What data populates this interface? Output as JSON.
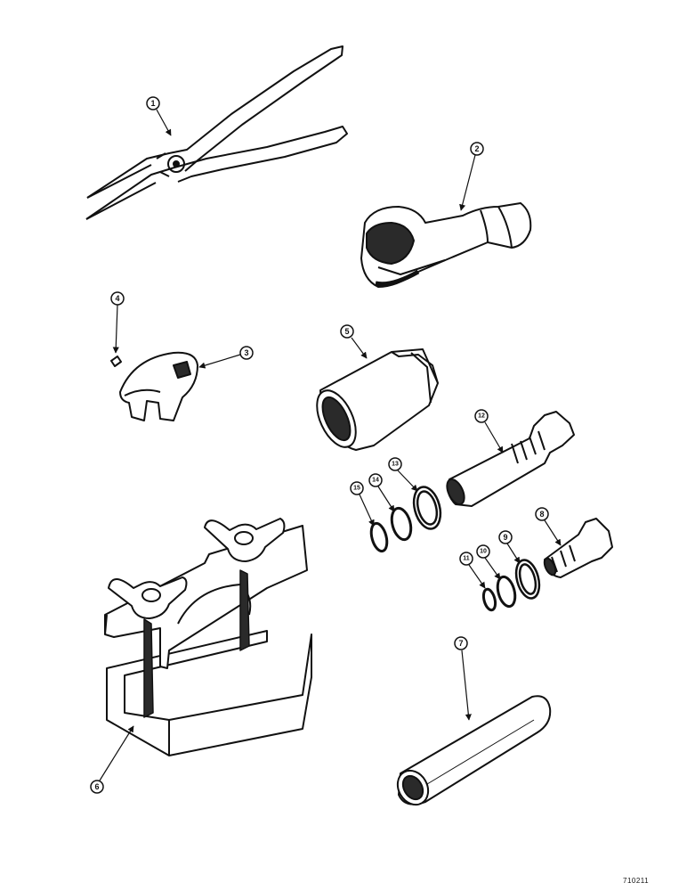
{
  "figure_id": "710211",
  "callouts": {
    "c1": "1",
    "c2": "2",
    "c3": "3",
    "c4": "4",
    "c5": "5",
    "c6": "6",
    "c7": "7",
    "c8": "8",
    "c9": "9",
    "c10": "10",
    "c11": "11",
    "c12": "12",
    "c13": "13",
    "c14": "14",
    "c15": "15"
  },
  "colors": {
    "ink": "#111111",
    "paper": "#ffffff",
    "shade": "#2a2a2a"
  }
}
